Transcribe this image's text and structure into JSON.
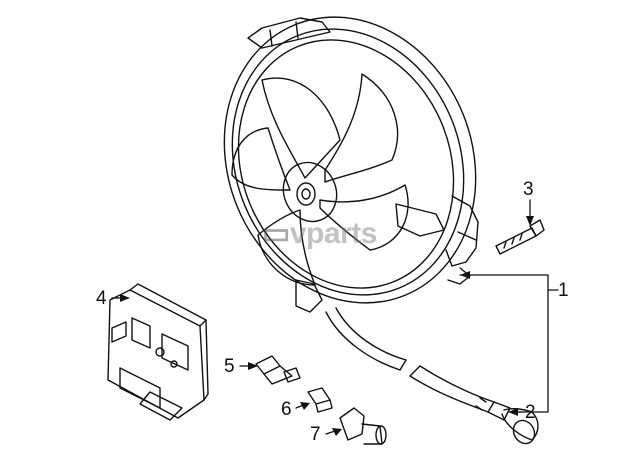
{
  "diagram": {
    "callouts": [
      {
        "id": "1",
        "label": "1"
      },
      {
        "id": "2",
        "label": "2"
      },
      {
        "id": "3",
        "label": "3"
      },
      {
        "id": "4",
        "label": "4"
      },
      {
        "id": "5",
        "label": "5"
      },
      {
        "id": "6",
        "label": "6"
      },
      {
        "id": "7",
        "label": "7"
      }
    ],
    "watermark": {
      "prefix": "▭",
      "text": "vparts"
    }
  }
}
